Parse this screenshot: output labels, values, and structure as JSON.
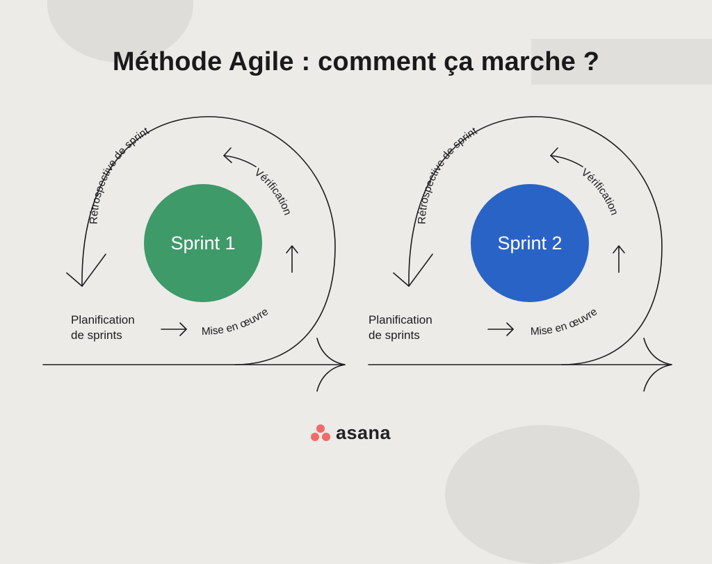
{
  "title": "Méthode Agile : comment ça marche ?",
  "colors": {
    "background": "#ecebe8",
    "sprint_1": "#3e9a68",
    "sprint_2": "#2a63c6",
    "logo_dots": "#f06a6a",
    "line": "#1c1c1c"
  },
  "sprints": [
    {
      "label": "Sprint 1",
      "phases": {
        "retrospective": "Rétrospective de sprint",
        "verification": "Vérification",
        "implementation": "Mise en œuvre",
        "planning_line1": "Planification",
        "planning_line2": "de sprints"
      }
    },
    {
      "label": "Sprint 2",
      "phases": {
        "retrospective": "Rétrospective de sprint",
        "verification": "Vérification",
        "implementation": "Mise en œuvre",
        "planning_line1": "Planification",
        "planning_line2": "de sprints"
      }
    }
  ],
  "logo": {
    "text": "asana",
    "icon": "asana-three-dots-icon"
  }
}
